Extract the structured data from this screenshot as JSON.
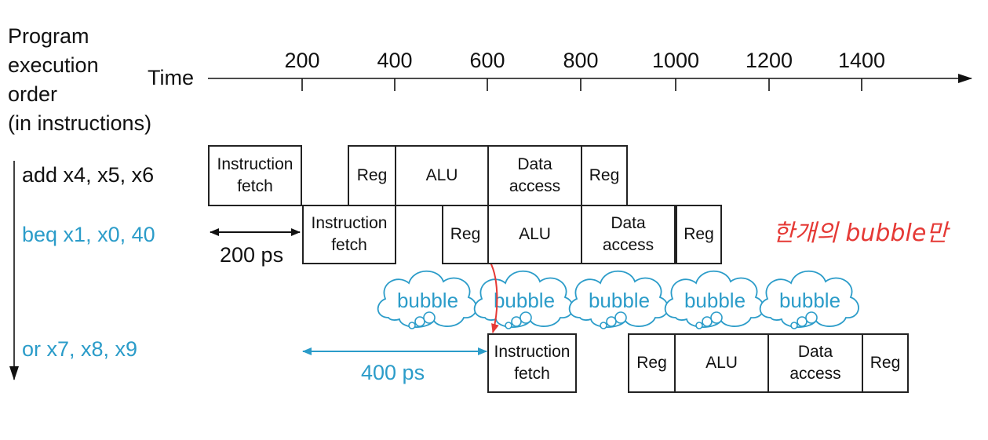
{
  "labels": {
    "order_title": [
      "Program",
      "execution",
      "order",
      "(in instructions)"
    ],
    "time_label": "Time",
    "ticks": [
      "200",
      "400",
      "600",
      "800",
      "1000",
      "1200",
      "1400"
    ],
    "dim_200": "200 ps",
    "dim_400": "400 ps",
    "bubble": "bubble",
    "note": "한개의 bubble만"
  },
  "instructions": [
    {
      "text": "add x4, x5, x6",
      "color": "#111111",
      "stages": [
        "Instruction\nfetch",
        "Reg",
        "ALU",
        "Data\naccess",
        "Reg"
      ]
    },
    {
      "text": "beq x1, x0, 40",
      "color": "#2b9cc9",
      "stages": [
        "Instruction\nfetch",
        "Reg",
        "ALU",
        "Data\naccess",
        "Reg"
      ]
    },
    {
      "text": "or x7, x8, x9",
      "color": "#2b9cc9",
      "stages": [
        "Instruction\nfetch",
        "Reg",
        "ALU",
        "Data\naccess",
        "Reg"
      ]
    }
  ],
  "colors": {
    "accent_blue": "#2b9cc9",
    "note_red": "#e53935",
    "line": "#222222"
  }
}
